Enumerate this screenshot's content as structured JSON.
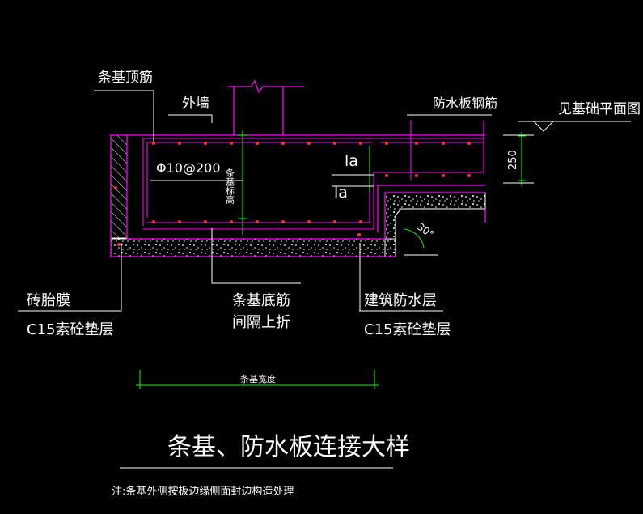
{
  "colors": {
    "background": "#000000",
    "magenta": "#ff00ff",
    "green": "#00ff00",
    "white": "#ffffff",
    "red": "#ff3030"
  },
  "labels": {
    "top_rebar": "条基顶筋",
    "outer_wall": "外墙",
    "waterproof_rebar": "防水板钢筋",
    "see_plan": "见基础平面图",
    "dim_250": "250",
    "la_upper": "la",
    "la_lower": "la",
    "stirrup_spec": "Φ10@200",
    "vertical_label": "条基标高",
    "angle": "30°",
    "brick_mold": "砖胎膜",
    "c15_left": "C15素砼垫层",
    "bottom_rebar_1": "条基底筋",
    "bottom_rebar_2": "间隔上折",
    "waterproof_layer": "建筑防水层",
    "c15_right": "C15素砼垫层",
    "width_dim": "条基宽度",
    "title": "条基、防水板连接大样",
    "note": "注:条基外侧按板边缘侧面封边构造处理"
  }
}
